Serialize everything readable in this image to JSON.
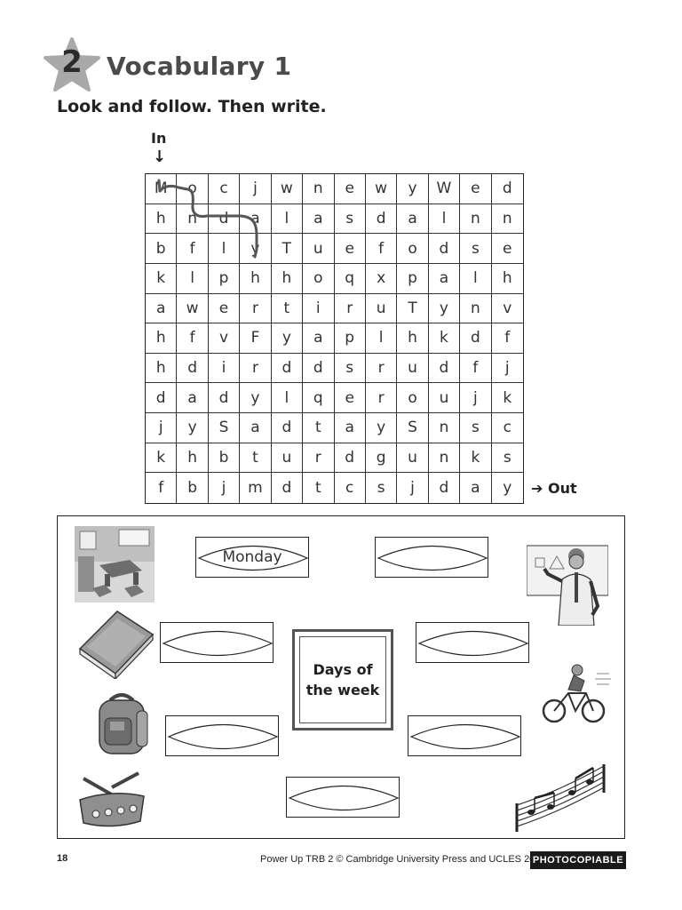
{
  "header": {
    "unit_number": "2",
    "title": "Vocabulary 1",
    "instruction": "Look and follow. Then write."
  },
  "maze": {
    "in_label": "In",
    "in_arrow": "↓",
    "out_label": "➔ Out",
    "rows": [
      [
        "M",
        "o",
        "c",
        "j",
        "w",
        "n",
        "e",
        "w",
        "y",
        "W",
        "e",
        "d"
      ],
      [
        "h",
        "n",
        "d",
        "a",
        "l",
        "a",
        "s",
        "d",
        "a",
        "l",
        "n",
        "n"
      ],
      [
        "b",
        "f",
        "l",
        "y",
        "T",
        "u",
        "e",
        "f",
        "o",
        "d",
        "s",
        "e"
      ],
      [
        "k",
        "l",
        "p",
        "h",
        "h",
        "o",
        "q",
        "x",
        "p",
        "a",
        "l",
        "h"
      ],
      [
        "a",
        "w",
        "e",
        "r",
        "t",
        "i",
        "r",
        "u",
        "T",
        "y",
        "n",
        "v"
      ],
      [
        "h",
        "f",
        "v",
        "F",
        "y",
        "a",
        "p",
        "l",
        "h",
        "k",
        "d",
        "f"
      ],
      [
        "h",
        "d",
        "i",
        "r",
        "d",
        "d",
        "s",
        "r",
        "u",
        "d",
        "f",
        "j"
      ],
      [
        "d",
        "a",
        "d",
        "y",
        "l",
        "q",
        "e",
        "r",
        "o",
        "u",
        "j",
        "k"
      ],
      [
        "j",
        "y",
        "S",
        "a",
        "d",
        "t",
        "a",
        "y",
        "S",
        "n",
        "s",
        "c"
      ],
      [
        "k",
        "h",
        "b",
        "t",
        "u",
        "r",
        "d",
        "g",
        "u",
        "n",
        "k",
        "s"
      ],
      [
        "f",
        "b",
        "j",
        "m",
        "d",
        "t",
        "c",
        "s",
        "j",
        "d",
        "a",
        "y"
      ]
    ]
  },
  "activity": {
    "center_title": "Days of the week",
    "example_answer": "Monday"
  },
  "footer": {
    "page_number": "18",
    "copyright": "Power Up TRB 2 © Cambridge University Press and UCLES 2018",
    "badge": "PHOTOCOPIABLE"
  }
}
